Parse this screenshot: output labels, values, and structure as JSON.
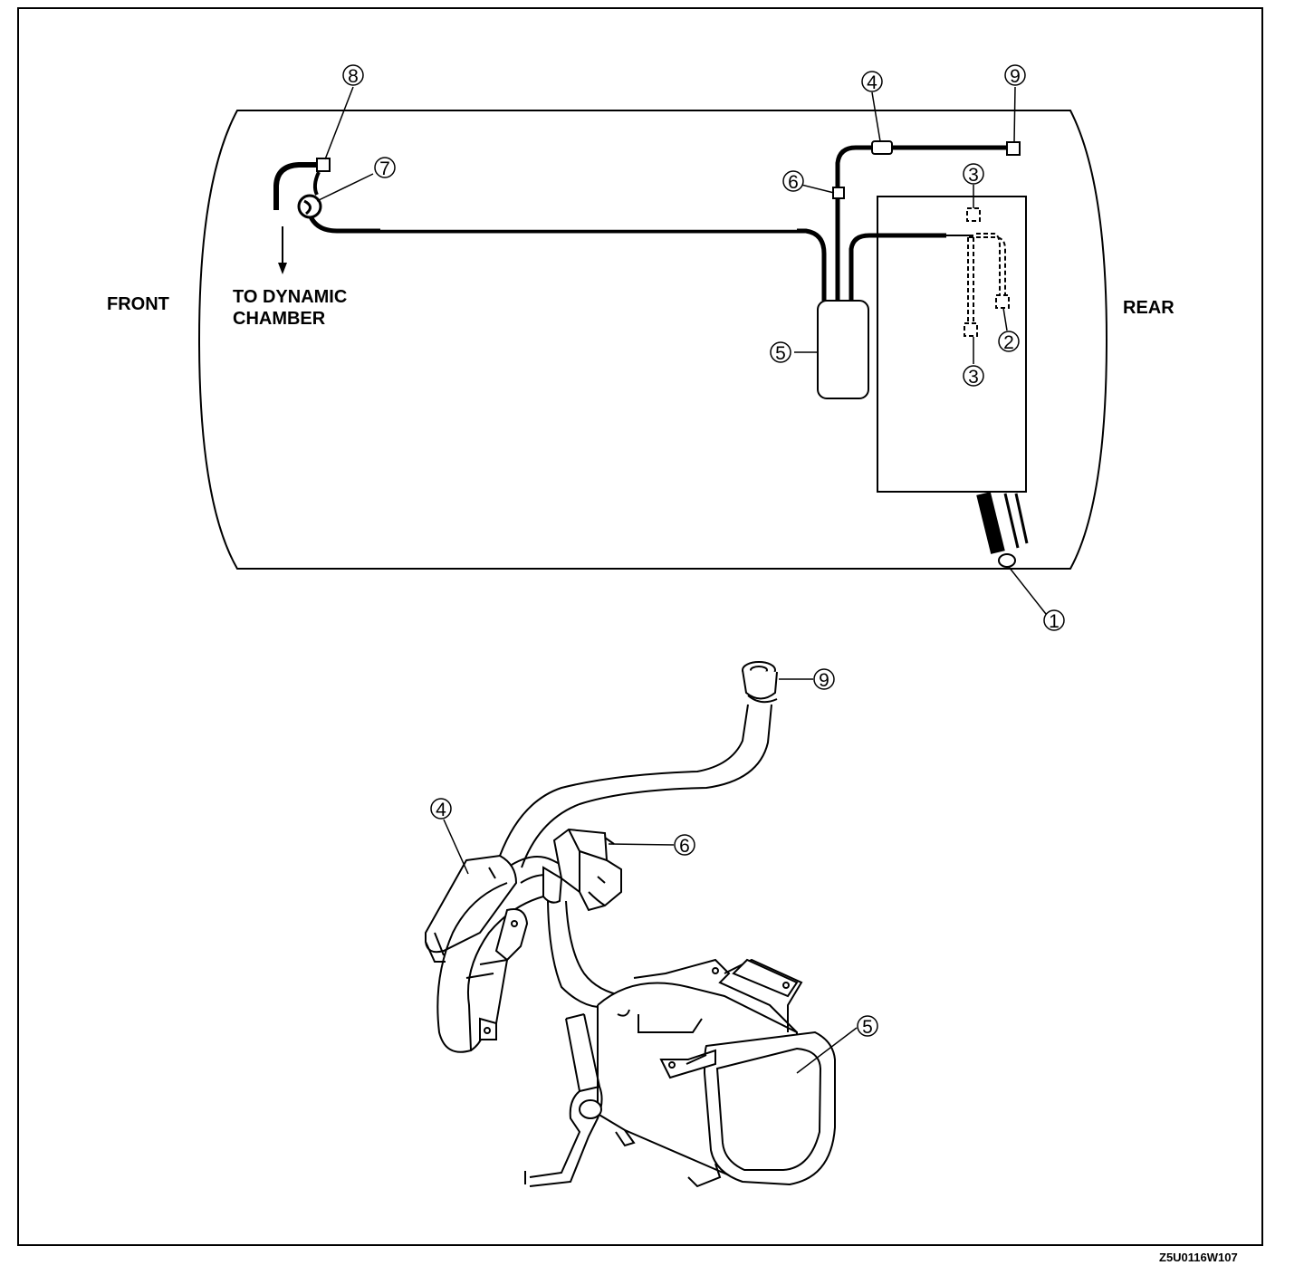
{
  "labels": {
    "front": "FRONT",
    "rear": "REAR",
    "to_dynamic_line1": "TO DYNAMIC",
    "to_dynamic_line2": "CHAMBER",
    "figure_code": "Z5U0116W107"
  },
  "callouts": {
    "c1": "1",
    "c2": "2",
    "c3a": "3",
    "c3b": "3",
    "c4": "4",
    "c5": "5",
    "c6": "6",
    "c7": "7",
    "c8": "8",
    "c9": "9",
    "c9b": "9",
    "c4b": "4",
    "c6b": "6",
    "c5b": "5"
  }
}
